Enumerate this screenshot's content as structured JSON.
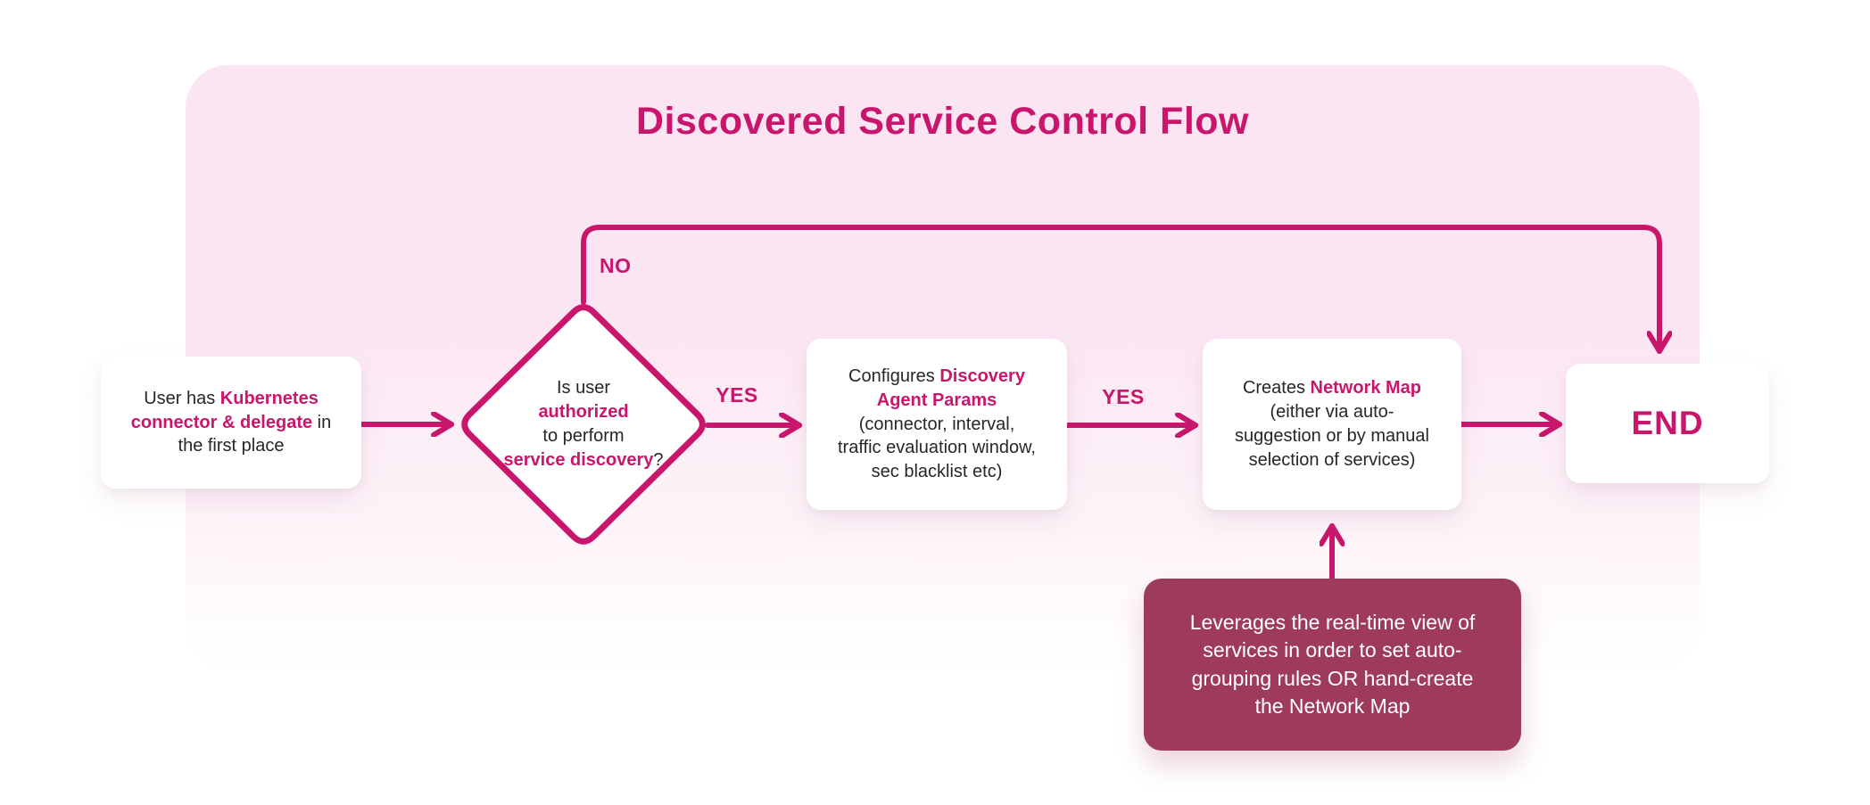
{
  "title": "Discovered Service Control Flow",
  "colors": {
    "accent": "#C9166D",
    "note-bg": "#9E3A5A",
    "panel-top": "#FBE5F2",
    "text-dark": "#26262B",
    "box-bg": "#FFFFFF"
  },
  "edge_labels": {
    "no": "NO",
    "yes_decision": "YES",
    "yes_configure": "YES"
  },
  "nodes": {
    "start": {
      "segments": [
        {
          "text": "User has ",
          "accent": false
        },
        {
          "text": "Kubernetes connector & delegate",
          "accent": true
        },
        {
          "text": " in the first place",
          "accent": false
        }
      ]
    },
    "decision": {
      "segments": [
        {
          "text": "Is user\n",
          "accent": false
        },
        {
          "text": "authorized",
          "accent": true
        },
        {
          "text": "\nto perform\n",
          "accent": false
        },
        {
          "text": "service discovery",
          "accent": true
        },
        {
          "text": "?",
          "accent": false
        }
      ]
    },
    "configure": {
      "segments": [
        {
          "text": "Configures ",
          "accent": false
        },
        {
          "text": "Discovery Agent Params",
          "accent": true
        },
        {
          "text": "\n(connector, interval,\ntraffic evaluation window,\nsec blacklist etc)",
          "accent": false
        }
      ]
    },
    "create_map": {
      "segments": [
        {
          "text": "Creates ",
          "accent": false
        },
        {
          "text": "Network Map",
          "accent": true
        },
        {
          "text": "\n(either via auto-\nsuggestion or by manual\nselection of services)",
          "accent": false
        }
      ]
    },
    "end": {
      "label": "END"
    },
    "note": {
      "text": "Leverages the real-time view of\nservices in order to set auto-\ngrouping rules OR hand-create\nthe Network Map"
    }
  }
}
